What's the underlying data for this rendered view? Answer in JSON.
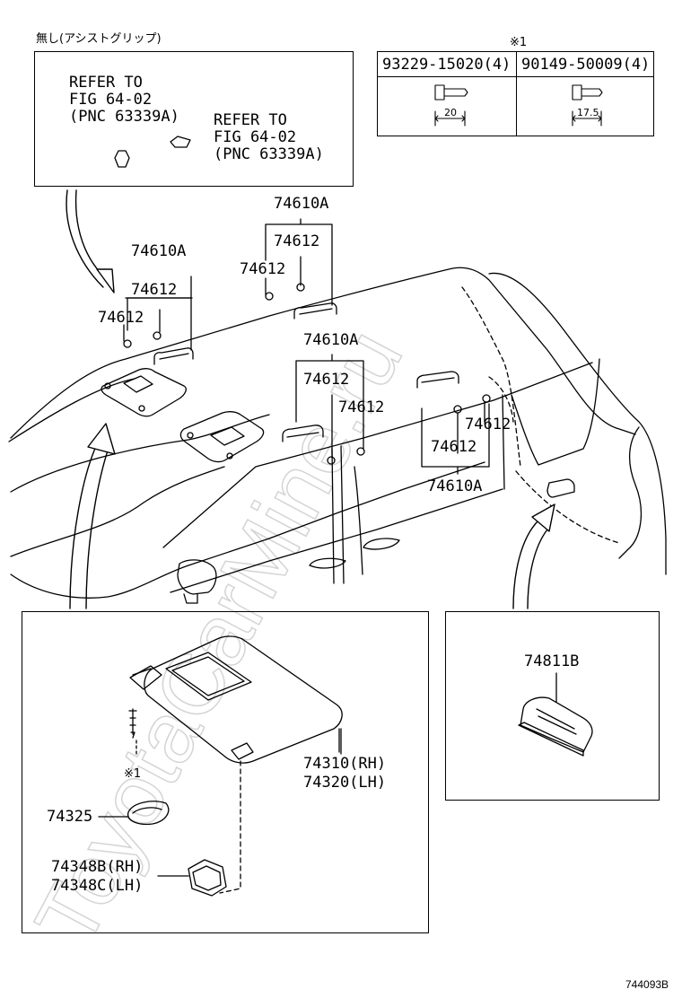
{
  "top_note": "無し(アシストグリップ)",
  "ref_box": {
    "ref1": [
      "REFER TO",
      "FIG 64-02",
      "(PNC 63339A)"
    ],
    "ref2": [
      "REFER TO",
      "FIG 64-02",
      "(PNC 63339A)"
    ]
  },
  "fastener_table": {
    "mark": "※1",
    "col1_part": "93229-15020(4)",
    "col1_dim": "20",
    "col2_part": "90149-50009(4)",
    "col2_dim": "17.5"
  },
  "labels": {
    "g1_parent": "74610A",
    "g1_a": "74612",
    "g1_b": "74612",
    "g2_parent": "74610A",
    "g2_a": "74612",
    "g2_b": "74612",
    "g3_parent": "74610A",
    "g3_a": "74612",
    "g3_b": "74612",
    "g4_parent": "74610A",
    "g4_a": "74612",
    "g4_b": "74612"
  },
  "visor_box": {
    "mark": "※1",
    "visor_rh": "74310(RH)",
    "visor_lh": "74320(LH)",
    "cover": "74325",
    "holder_rh": "74348B(RH)",
    "holder_lh": "74348C(LH)"
  },
  "lamp_box": {
    "part": "74811B"
  },
  "watermark": "ToyotaCarMine.ru",
  "figure_code": "744093B"
}
